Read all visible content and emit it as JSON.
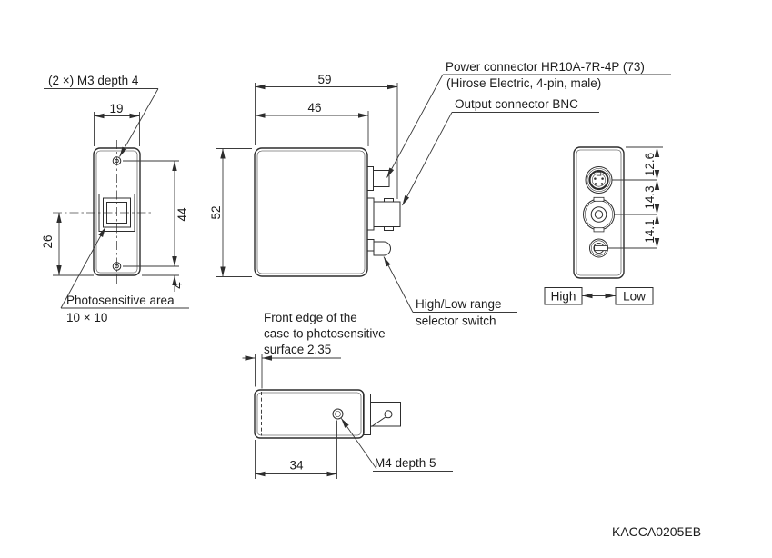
{
  "drawing_type": "mechanical-dimension-drawing",
  "colors": {
    "line": "#2d2d2d",
    "background": "#ffffff",
    "text": "#1c1c1c"
  },
  "views": {
    "front": {
      "label_m3": "(2 ×) M3 depth 4",
      "label_photo_area": "Photosensitive area",
      "label_photo_size": "10 × 10",
      "dim_width": "19",
      "dim_hole_span": "44",
      "dim_hole_to_bottom": "4",
      "dim_area_to_bottom": "26"
    },
    "side": {
      "dim_overall_depth": "59",
      "dim_body_depth": "46",
      "dim_height": "52",
      "label_power_line1": "Power connector HR10A-7R-4P (73)",
      "label_power_line2": "(Hirose Electric, 4-pin, male)",
      "label_output_bnc": "Output connector BNC",
      "label_switch_line1": "High/Low range",
      "label_switch_line2": "selector switch"
    },
    "back": {
      "dim_top_to_power": "12.6",
      "dim_power_to_bnc": "14.3",
      "dim_bnc_to_switch": "14.1",
      "switch_pos_high": "High",
      "switch_pos_low": "Low"
    },
    "bottom": {
      "note_line1": "Front edge of the",
      "note_line2": "case to photosensitive",
      "note_line3": "surface 2.35",
      "dim_front_to_m4": "34",
      "label_m4": "M4 depth 5"
    }
  },
  "footer": {
    "code": "KACCA0205EB"
  }
}
